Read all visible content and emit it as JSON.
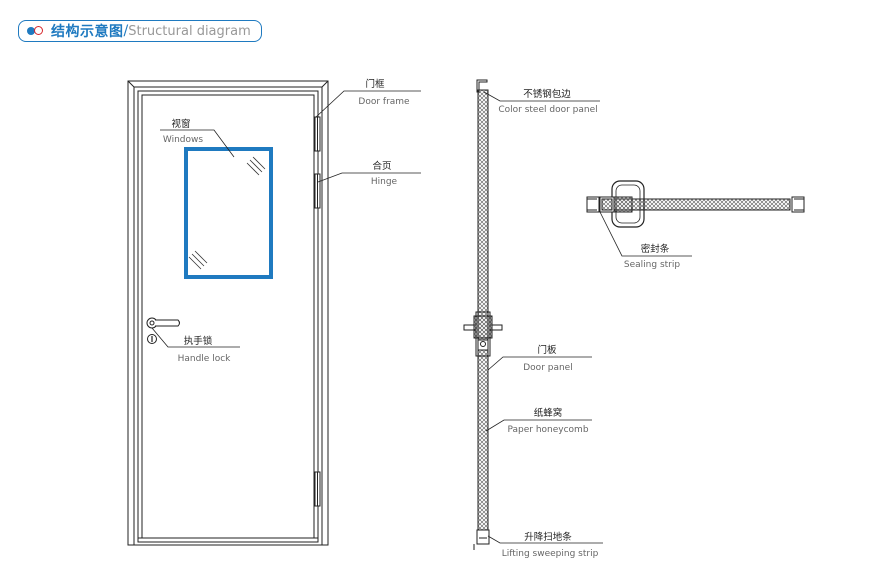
{
  "header": {
    "title_zh": "结构示意图",
    "separator": "/",
    "title_en": "Structural diagram",
    "accent_color": "#1f7ac0",
    "dot_color": "#d6262b"
  },
  "front_labels": {
    "windows": {
      "zh": "视窗",
      "en": "Windows"
    },
    "door_frame": {
      "zh": "门框",
      "en": "Door frame"
    },
    "hinge": {
      "zh": "合页",
      "en": "Hinge"
    },
    "handle_lock": {
      "zh": "执手锁",
      "en": "Handle lock"
    }
  },
  "side_labels": {
    "color_steel": {
      "zh": "不锈钢包边",
      "en": "Color steel door panel"
    },
    "door_panel": {
      "zh": "门板",
      "en": "Door panel"
    },
    "paper_honeycomb": {
      "zh": "纸蜂窝",
      "en": "Paper honeycomb"
    },
    "lifting_strip": {
      "zh": "升降扫地条",
      "en": "Lifting sweeping strip"
    }
  },
  "section_labels": {
    "sealing_strip": {
      "zh": "密封条",
      "en": "Sealing strip"
    }
  },
  "colors": {
    "window_frame": "#1f7ac0",
    "line": "#222222"
  }
}
